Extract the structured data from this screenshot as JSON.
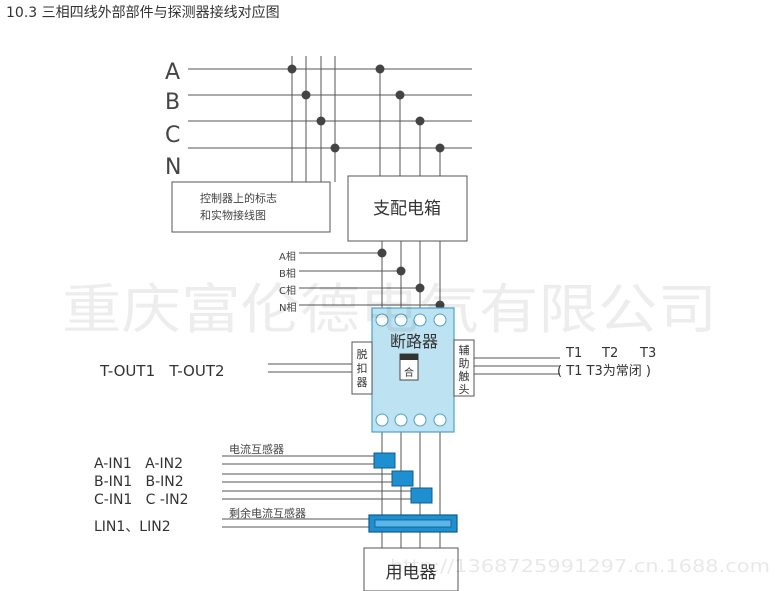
{
  "page_title": "10.3 三相四线外部部件与探测器接线对应图",
  "phases": [
    "A",
    "B",
    "C",
    "N"
  ],
  "legend_box": {
    "line1": "控制器上的标志",
    "line2": "和实物接线图"
  },
  "dist_box": {
    "label": "支配电箱"
  },
  "phase_labels": [
    "A相",
    "B相",
    "C相",
    "N相"
  ],
  "breaker": {
    "label": "断路器",
    "switch_label": "合"
  },
  "trip_unit": {
    "label": [
      "脱",
      "扣",
      "器"
    ]
  },
  "aux_contact": {
    "label": [
      "辅",
      "助",
      "触",
      "头"
    ]
  },
  "t_out": {
    "label": "T-OUT1   T-OUT2"
  },
  "t_terms": {
    "line1": [
      "T1",
      "T2",
      "T3"
    ],
    "line2": "( T1 T3为常闭 )"
  },
  "ct": {
    "title": "电流互感器",
    "inputs": [
      "A-IN1   A-IN2",
      "B-IN1   B-IN2",
      "C-IN1   C -IN2"
    ]
  },
  "rct": {
    "title": "剩余电流互感器",
    "input": "LIN1、LIN2"
  },
  "load_box": {
    "label": "用电器"
  },
  "watermark": {
    "company": "重庆富伦德电气有限公司",
    "url": "http://1368725991297.cn.1688.com"
  },
  "colors": {
    "line": "#555555",
    "breaker_fill": "#bde3f3",
    "breaker_border": "#4aa3c8",
    "ct_fill": "#1e8fd0",
    "ct_border": "#0e5c8a"
  }
}
